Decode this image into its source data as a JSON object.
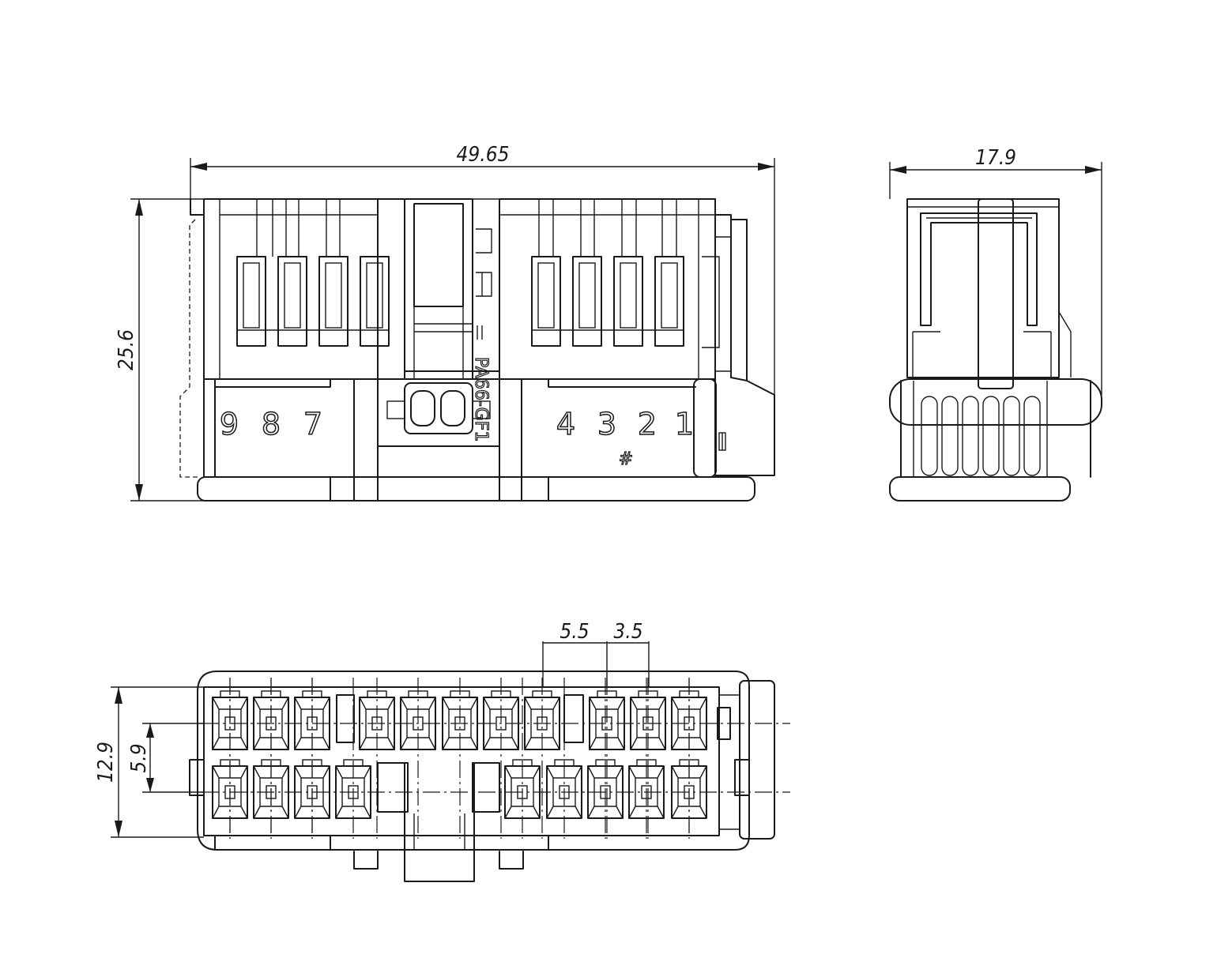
{
  "dimensions": {
    "overall_width": "49.65",
    "overall_height": "25.6",
    "side_width": "17.9",
    "pitch_a": "5.5",
    "pitch_b": "3.5",
    "face_height": "12.9",
    "row_spacing": "5.9"
  },
  "pin_labels": {
    "p9": "9",
    "p8": "8",
    "p7": "7",
    "p4": "4",
    "p3": "3",
    "p2": "2",
    "p1": "1"
  },
  "markings": {
    "material": "PA66-GF1",
    "symbol": "#"
  }
}
